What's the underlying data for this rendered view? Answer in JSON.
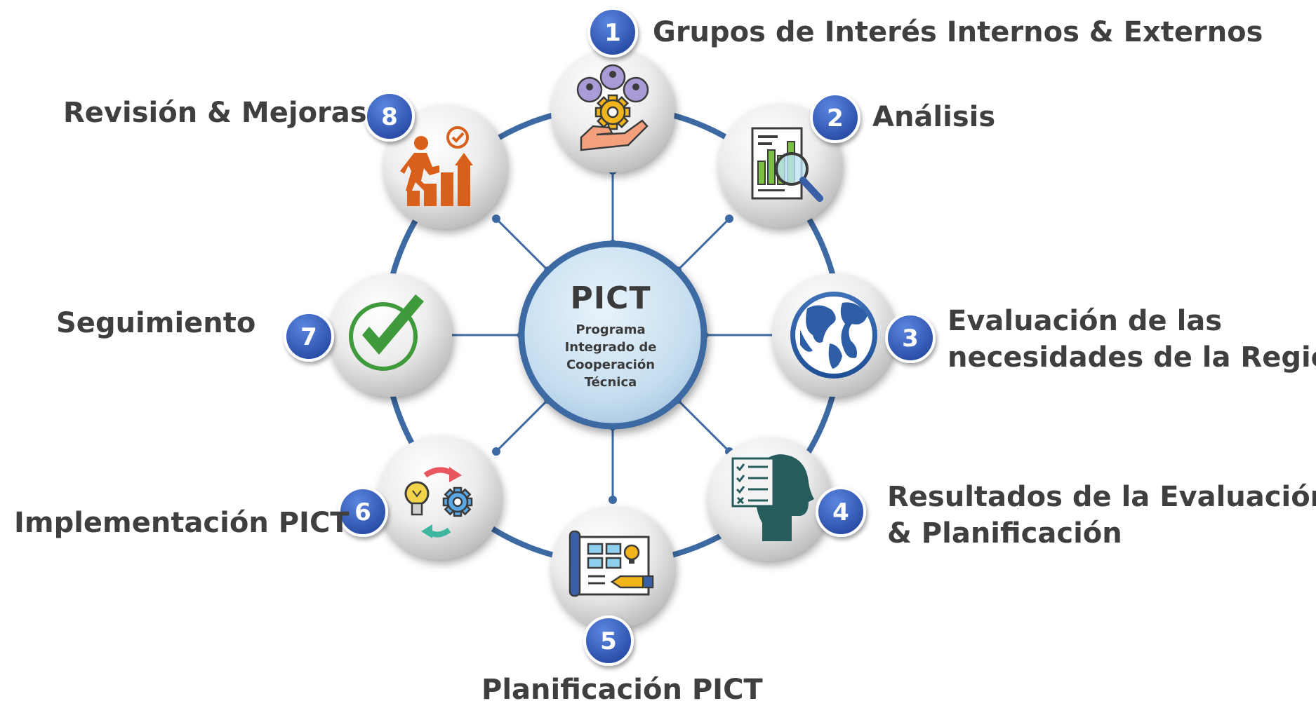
{
  "center": {
    "title": "PICT",
    "subtitle_lines": [
      "Programa",
      "Integrado de",
      "Cooperación",
      "Técnica"
    ]
  },
  "stages": [
    {
      "number": "1",
      "label_lines": [
        "Grupos de Interés Internos & Externos"
      ],
      "icon": "stakeholders-gear-hand-icon"
    },
    {
      "number": "2",
      "label_lines": [
        "Análisis"
      ],
      "icon": "report-magnifier-icon"
    },
    {
      "number": "3",
      "label_lines": [
        "Evaluación de las",
        "necesidades de la Región"
      ],
      "icon": "globe-icon"
    },
    {
      "number": "4",
      "label_lines": [
        "Resultados de la Evaluación",
        "& Planificación"
      ],
      "icon": "head-checklist-icon"
    },
    {
      "number": "5",
      "label_lines": [
        "Planificación PICT"
      ],
      "icon": "blueprint-plan-icon"
    },
    {
      "number": "6",
      "label_lines": [
        "Implementación PICT"
      ],
      "icon": "idea-gear-cycle-icon"
    },
    {
      "number": "7",
      "label_lines": [
        "Seguimiento"
      ],
      "icon": "checkmark-icon"
    },
    {
      "number": "8",
      "label_lines": [
        "Revisión & Mejoras"
      ],
      "icon": "progress-steps-icon"
    }
  ],
  "colors": {
    "ring": "#3d6aa3",
    "badge": "#2f56b5",
    "label_text": "#3f3f3f",
    "orange": "#d9601a",
    "green": "#3f9a3c",
    "teal_dark": "#275c5c"
  }
}
